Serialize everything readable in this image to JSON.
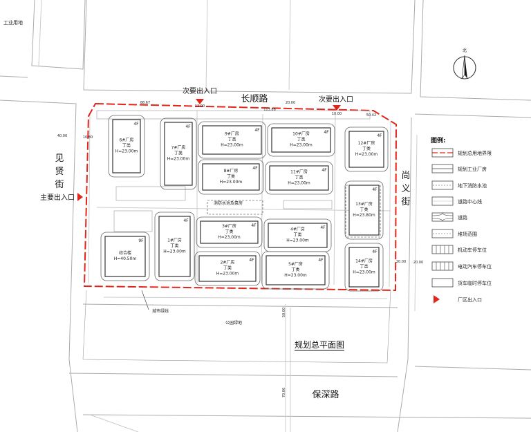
{
  "labels": {
    "industrial_land": "工业用地",
    "north": "北",
    "secondary_entrance_1": "次要出入口",
    "secondary_entrance_2": "次要出入口",
    "main_entrance": "主要出入口",
    "road_top": "长顺路",
    "road_left": [
      "见",
      "贤",
      "街"
    ],
    "road_right": [
      "尚",
      "义",
      "街"
    ],
    "road_bottom": "保深路",
    "park": "公园绿地",
    "green_line": "城市绿线",
    "plan_title": "规划总平面图",
    "fire_pool": "消防水池及泵房"
  },
  "buildings": [
    {
      "id": "6",
      "name": "6#厂房",
      "class": "丁类",
      "height": "H=23.00m",
      "floors": "4F"
    },
    {
      "id": "7",
      "name": "7#厂房",
      "class": "丁类",
      "height": "H=23.00m",
      "floors": "4F"
    },
    {
      "id": "9",
      "name": "9#厂房",
      "class": "丁类",
      "height": "H=23.00m",
      "floors": "4F"
    },
    {
      "id": "10",
      "name": "10#厂房",
      "class": "丁类",
      "height": "H=23.00m",
      "floors": "4F"
    },
    {
      "id": "8",
      "name": "8#厂房",
      "class": "丁类",
      "height": "H=23.00m",
      "floors": "4F"
    },
    {
      "id": "11",
      "name": "11#厂房",
      "class": "丁类",
      "height": "H=23.00m",
      "floors": "4F"
    },
    {
      "id": "12",
      "name": "12#厂房",
      "class": "丁类",
      "height": "H=23.00m",
      "floors": "4F"
    },
    {
      "id": "13",
      "name": "13#厂房",
      "class": "丁类",
      "height": "H=23.80m",
      "floors": "4F"
    },
    {
      "id": "1",
      "name": "1#厂房",
      "class": "丁类",
      "height": "H=23.00m",
      "floors": "4F"
    },
    {
      "id": "3",
      "name": "3#厂房",
      "class": "丁类",
      "height": "H=23.00m",
      "floors": "4F"
    },
    {
      "id": "4",
      "name": "4#厂房",
      "class": "丁类",
      "height": "H=23.00m",
      "floors": "4F"
    },
    {
      "id": "2",
      "name": "2#厂房",
      "class": "丁类",
      "height": "H=23.00m",
      "floors": "4F"
    },
    {
      "id": "5",
      "name": "5#厂房",
      "class": "丁类",
      "height": "H=23.00m",
      "floors": "4F"
    },
    {
      "id": "14",
      "name": "14#厂房",
      "class": "丁类",
      "height": "H=23.00m",
      "floors": "4F"
    },
    {
      "id": "c",
      "name": "综合楼",
      "class": "",
      "height": "H=40.50m",
      "floors": "9F"
    }
  ],
  "dimensions": [
    "88.67",
    "12.00",
    "113.88",
    "20.00",
    "10.00",
    "50.42",
    "40.00",
    "10.80",
    "20.00",
    "20.00",
    "50.00",
    "70.00"
  ],
  "legend": {
    "title": "图例:",
    "items": [
      {
        "label": "规划总用地界限",
        "icon": "red-dash-line"
      },
      {
        "label": "规划工业厂房",
        "icon": "double-line"
      },
      {
        "label": "地下消防水池",
        "icon": "dashed-line"
      },
      {
        "label": "道路中心线",
        "icon": "thin-line"
      },
      {
        "label": "道路",
        "icon": "road-junction"
      },
      {
        "label": "堆场范围",
        "icon": "yard-box"
      },
      {
        "label": "机动车停车位",
        "icon": "parking-stalls"
      },
      {
        "label": "电动汽车停车位",
        "icon": "ev-stalls"
      },
      {
        "label": "货车临时停车位",
        "icon": "truck-stall"
      },
      {
        "label": "厂区出入口",
        "icon": "red-triangle"
      }
    ]
  },
  "colors": {
    "boundary": "#e0261c",
    "entrance": "#e0261c"
  }
}
